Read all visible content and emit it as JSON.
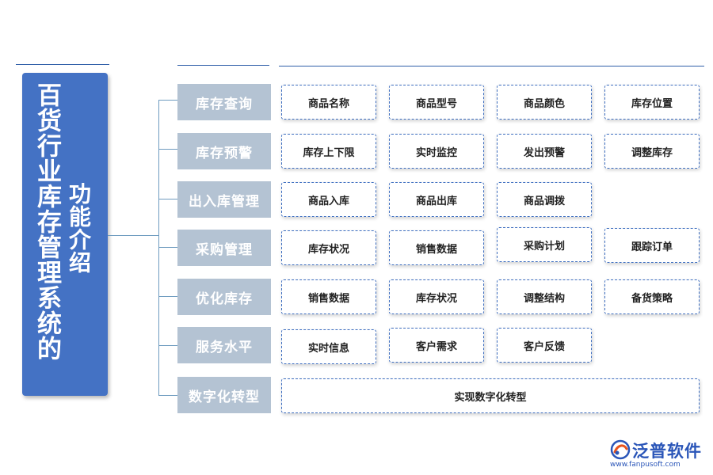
{
  "title": {
    "main": "百货行业库存管理系统的",
    "sub": "功能介绍"
  },
  "colors": {
    "title_bg": "#4472c4",
    "category_bg": "#b4c3d3",
    "item_border": "#3f6fc0",
    "connector": "#6e9bbf"
  },
  "rows": [
    {
      "category": "库存查询",
      "items": [
        "商品名称",
        "商品型号",
        "商品颜色",
        "库存位置"
      ]
    },
    {
      "category": "库存预警",
      "items": [
        "库存上下限",
        "实时监控",
        "发出预警",
        "调整库存"
      ]
    },
    {
      "category": "出入库管理",
      "items": [
        "商品入库",
        "商品出库",
        "商品调拨"
      ]
    },
    {
      "category": "采购管理",
      "items": [
        "库存状况",
        "销售数据",
        "采购计划",
        "跟踪订单"
      ]
    },
    {
      "category": "优化库存",
      "items": [
        "销售数据",
        "库存状况",
        "调整结构",
        "备货策略"
      ]
    },
    {
      "category": "服务水平",
      "items": [
        "实时信息",
        "客户需求",
        "客户反馈"
      ]
    },
    {
      "category": "数字化转型",
      "items": [
        "实现数字化转型"
      ]
    }
  ],
  "logo": {
    "name": "泛普软件",
    "url": "www.fanpusoft.com",
    "icon": "fanpu-logo-icon"
  }
}
